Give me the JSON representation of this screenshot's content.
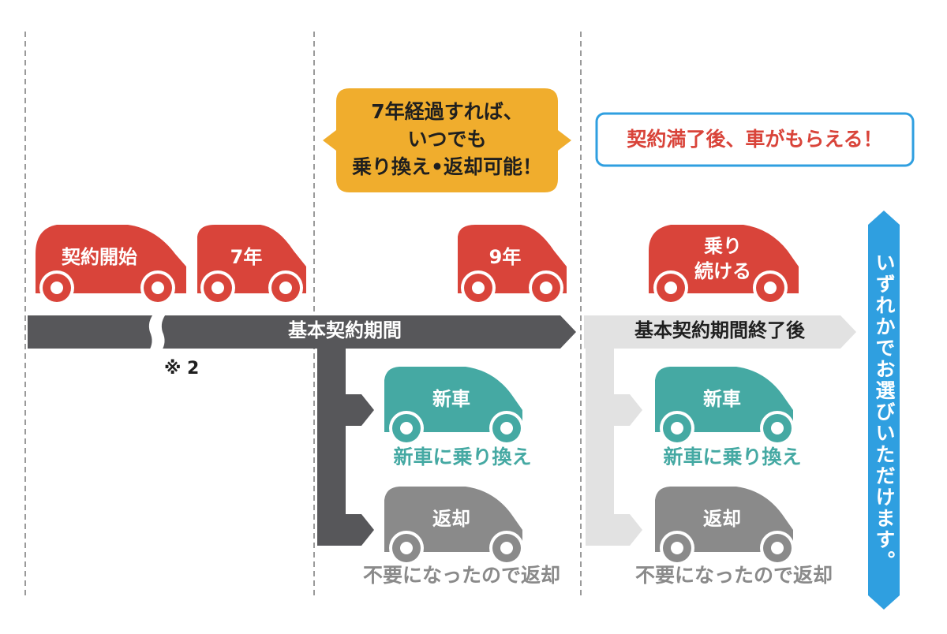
{
  "colors": {
    "red": "#d9443a",
    "teal": "#45a9a3",
    "gray": "#8a8a8a",
    "dark_bar": "#57575a",
    "light_bar": "#e2e2e2",
    "orange": "#f0ad2d",
    "blue": "#2f9fe0",
    "dash": "#9a9a9a"
  },
  "bubble_orange": {
    "lines": [
      "7年経過すれば、",
      "いつでも",
      "乗り換え•返却可能！"
    ]
  },
  "bubble_blue": {
    "text": "契約満了後、車がもらえる！"
  },
  "cars_top": {
    "start": "契約開始",
    "year7": "7年",
    "year9": "9年",
    "keep_line1": "乗り",
    "keep_line2": "続ける"
  },
  "timeline": {
    "main_label": "基本契約期間",
    "after_label": "基本契約期間終了後",
    "note": "※ 2"
  },
  "options": {
    "new_car": "新車",
    "new_car_caption": "新車に乗り換え",
    "return": "返却",
    "return_caption": "不要になったので返却"
  },
  "side_banner": {
    "text": "いずれかでお選びいただけます。"
  }
}
